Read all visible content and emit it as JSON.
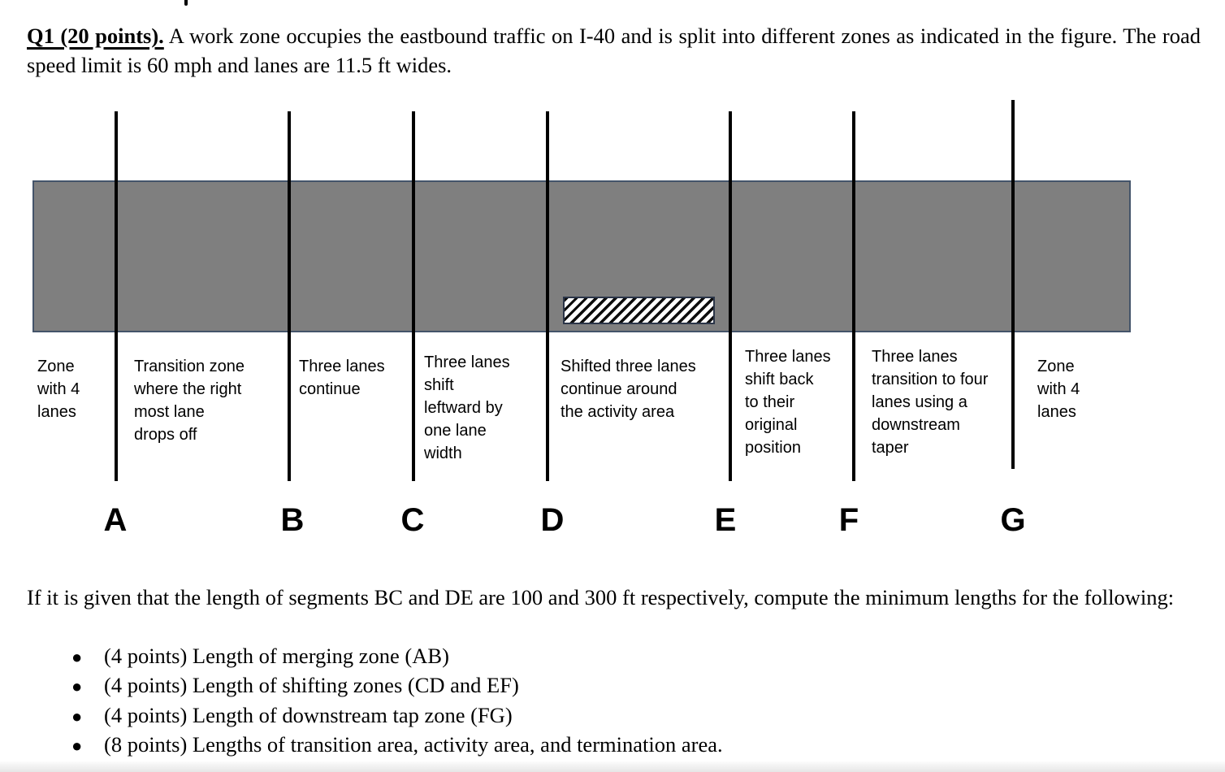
{
  "question": {
    "label": "Q1 (20 points).",
    "text": " A work zone occupies the eastbound traffic on I-40 and is split into different zones as indicated in the figure. The road speed limit is 60 mph and lanes are 11.5 ft wides."
  },
  "figure": {
    "zones": [
      {
        "text": "Zone\nwith 4\nlanes"
      },
      {
        "text": "Transition zone\nwhere the right\nmost lane\ndrops off"
      },
      {
        "text": "Three lanes\ncontinue"
      },
      {
        "text": "Three lanes\nshift\nleftward by\none lane\nwidth"
      },
      {
        "text": "Shifted three lanes\ncontinue around\nthe activity area"
      },
      {
        "text": "Three lanes\nshift back\nto their\noriginal\nposition"
      },
      {
        "text": "Three lanes\ntransition to four\nlanes using a\ndownstream\ntaper"
      },
      {
        "text": "Zone\nwith 4\nlanes"
      }
    ],
    "boundary_labels": [
      "A",
      "B",
      "C",
      "D",
      "E",
      "F",
      "G"
    ],
    "colors": {
      "road_fill": "#7f7f7f",
      "road_border": "#44546a",
      "boundary_line": "#000000",
      "hatch_stripe": "#0d0d0d",
      "hatch_background": "#ffffff"
    }
  },
  "followup": {
    "text": "If it is given that the length of segments BC and DE are 100 and 300 ft respectively, compute the minimum lengths for the following:"
  },
  "bullet_glyph": "●",
  "bullets": [
    {
      "text": "(4 points) Length of merging zone (AB)"
    },
    {
      "text": "(4 points) Length of shifting zones (CD and EF)"
    },
    {
      "text": "(4 points) Length of downstream tap zone (FG)"
    },
    {
      "text": "(8 points) Lengths of transition area, activity area, and termination area."
    }
  ]
}
